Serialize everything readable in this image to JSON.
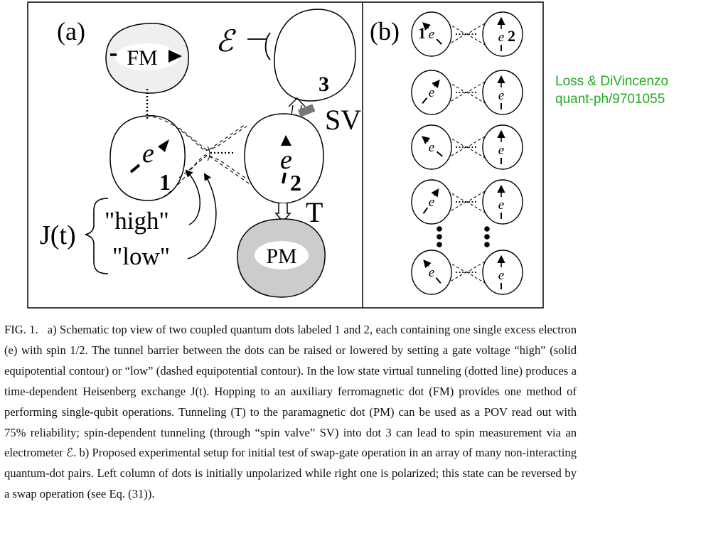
{
  "figure": {
    "panel_a": {
      "label": "(a)",
      "fm_label": "FM",
      "pm_label": "PM",
      "electrometer_symbol": "ℰ",
      "dot3_label": "3",
      "sv_label": "SV",
      "tunneling_label": "T",
      "dot1": {
        "electron": "e",
        "number": "1"
      },
      "dot2": {
        "electron": "e",
        "number": "2"
      },
      "j_label": "J(t)",
      "high_label": "\"high\"",
      "low_label": "\"low\""
    },
    "panel_b": {
      "label": "(b)",
      "electron": "e",
      "left_label": "1",
      "right_label": "2",
      "dot_fill": "#ffffff"
    },
    "colors": {
      "fm_fill": "#efefef",
      "pm_fill": "#cccccc",
      "sv_bar": "#777777",
      "ref_text": "#22aa22"
    }
  },
  "reference": {
    "line1": "Loss & DiVincenzo",
    "line2": "quant-ph/9701055"
  },
  "caption": {
    "prefix": "FIG. 1.",
    "text": "a) Schematic top view of two coupled quantum dots labeled 1 and 2, each containing one single excess electron (e) with spin 1/2. The tunnel barrier between the dots can be raised or lowered by setting a gate voltage “high” (solid equipotential contour) or “low” (dashed equipotential contour). In the low state virtual tunneling (dotted line) produces a time-dependent Heisenberg exchange J(t). Hopping to an auxiliary ferromagnetic dot (FM) provides one method of performing single-qubit operations. Tunneling (T) to the paramagnetic dot (PM) can be used as a POV read out with 75% reliability; spin-dependent tunneling (through “spin valve” SV) into dot 3 can lead to spin measurement via an electrometer ℰ. b) Proposed experimental setup for initial test of swap-gate operation in an array of many non-interacting quantum-dot pairs. Left column of dots is initially unpolarized while right one is polarized; this state can be reversed by a swap operation (see Eq. (31))."
  }
}
